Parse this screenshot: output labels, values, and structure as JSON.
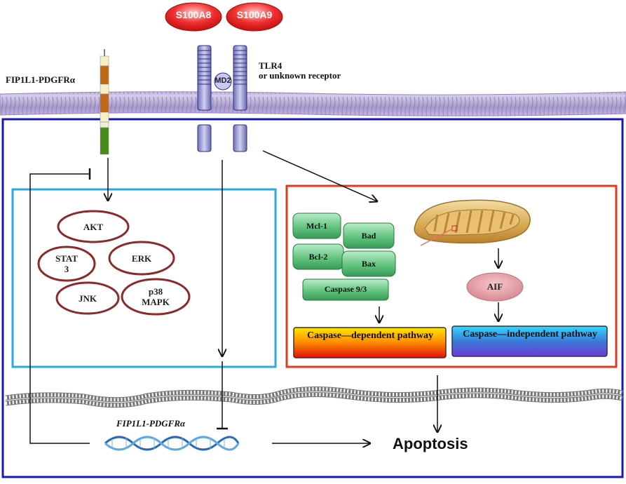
{
  "ligands": [
    "S100A8",
    "S100A9"
  ],
  "receptor": {
    "fusion_label": "FIP1L1-PDGFRα",
    "tlr4_label": "TLR4",
    "tlr4_sublabel": "or unknown receptor",
    "md2_label": "MD2"
  },
  "survival_signals": [
    "AKT",
    "STAT\n3",
    "ERK",
    "JNK",
    "p38\nMAPK"
  ],
  "apoptosis_regulators": [
    "Mcl-1",
    "Bad",
    "Bcl-2",
    "Bax",
    "Caspase 9/3"
  ],
  "aif_label": "AIF",
  "pathways": {
    "dependent": "Caspase—dependent pathway",
    "independent": "Caspase—independent pathway"
  },
  "gene_label": "FIP1L1-PDGFRα",
  "outcome": "Apoptosis",
  "colors": {
    "ligand": "#e8282a",
    "membrane": "#b8a8d8",
    "cell_border": "#1a1aa8",
    "left_box": "#2aa8e0",
    "right_box": "#e03a1e",
    "oval_border": "#8a2a2a",
    "green_box": "#5cc07a",
    "aif": "#e8a0a8"
  }
}
